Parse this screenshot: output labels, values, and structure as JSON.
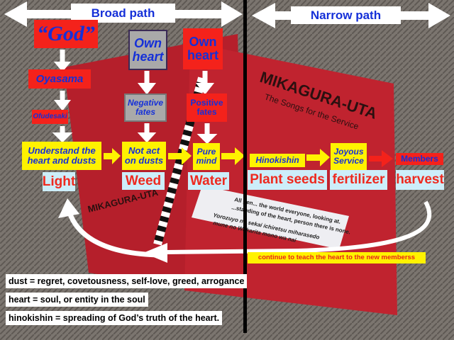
{
  "header": {
    "broad_path": "Broad path",
    "narrow_path": "Narrow path"
  },
  "sources": {
    "god": "“God”",
    "oyasama": "Oyasama",
    "ofudesaki": "Ofudesaki",
    "own_heart_negative": "Own heart",
    "own_heart_positive": "Own heart"
  },
  "fates": {
    "negative": "Negative fates",
    "positive": "Positive fates"
  },
  "steps": [
    {
      "text": "Understand the heart and dusts",
      "label": "Light"
    },
    {
      "text": "Not act on dusts",
      "label": "Weed"
    },
    {
      "text": "Pure mind",
      "label": "Water"
    },
    {
      "text": "Hinokishin",
      "label": "Plant seeds"
    },
    {
      "text": "Joyous Service",
      "label": "fertilizer"
    },
    {
      "text": "Members",
      "label": "harvest"
    }
  ],
  "loop_note": "continue to teach the heart to the new memberss",
  "definitions": [
    "dust = regret, covetousness, self-love, greed, arrogance",
    "heart = soul, or entity in the soul",
    "hinokishin = spreading of God’s truth of the heart."
  ],
  "book": {
    "title_left": "MIKAGURA-UTA",
    "title_right": "MIKAGURA-UTA",
    "subtitle_right": "The Songs for the Service",
    "card_lines": [
      "All gen... the world everyone, looking at.",
      "...standing of the heart, person there is none.",
      "Yorozuyo no sekai ichiretsu miharasedo",
      "mune no Wakarita mono wa nai"
    ]
  },
  "colors": {
    "red": "#f4221b",
    "yellow": "#fff200",
    "blue": "#1530d8",
    "label_bg": "#cdeefa"
  }
}
